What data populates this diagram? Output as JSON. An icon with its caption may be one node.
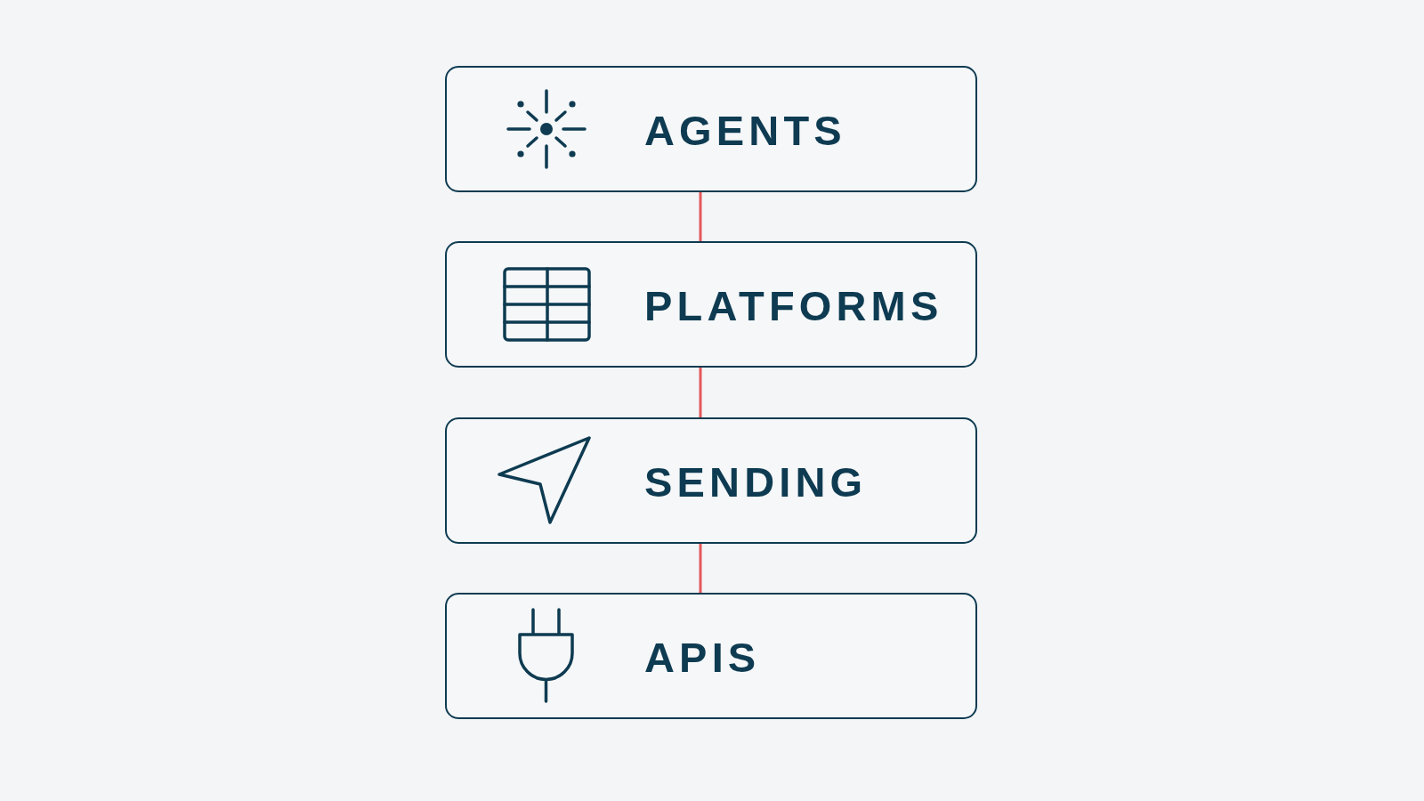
{
  "diagram": {
    "nodes": [
      {
        "text": [
          "AGENTS"
        ]
      },
      {
        "text": [
          "PLATFORMS"
        ]
      },
      {
        "text": [
          "SENDING"
        ]
      },
      {
        "text": [
          "APIS"
        ]
      }
    ],
    "edges": [
      {
        "from": 0,
        "to": 1,
        "arrow": "none"
      },
      {
        "from": 1,
        "to": 2,
        "arrow": "none"
      },
      {
        "from": 2,
        "to": 3,
        "arrow": "none"
      }
    ]
  }
}
